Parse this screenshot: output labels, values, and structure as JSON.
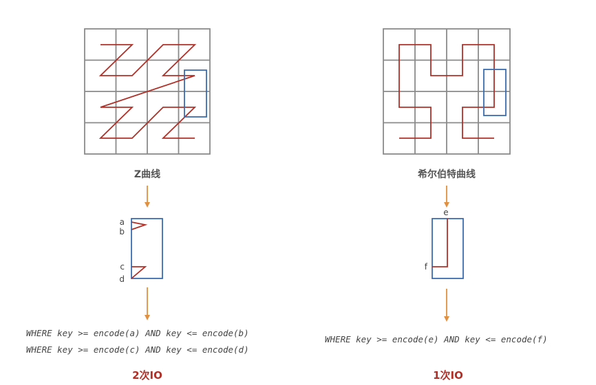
{
  "left": {
    "title": "Z曲线",
    "points": {
      "a": "a",
      "b": "b",
      "c": "c",
      "d": "d"
    },
    "queries": [
      "WHERE key >= encode(a) AND key <= encode(b)",
      "WHERE key >= encode(c) AND key <= encode(d)"
    ],
    "io_label": "2次IO"
  },
  "right": {
    "title": "希尔伯特曲线",
    "points": {
      "e": "e",
      "f": "f"
    },
    "queries": [
      "WHERE key >= encode(e) AND key <= encode(f)"
    ],
    "io_label": "1次IO"
  },
  "colors": {
    "grid": "#8a8a8a",
    "curve": "#b03028",
    "query_box": "#3a6cb0",
    "arrow": "#e09040"
  }
}
